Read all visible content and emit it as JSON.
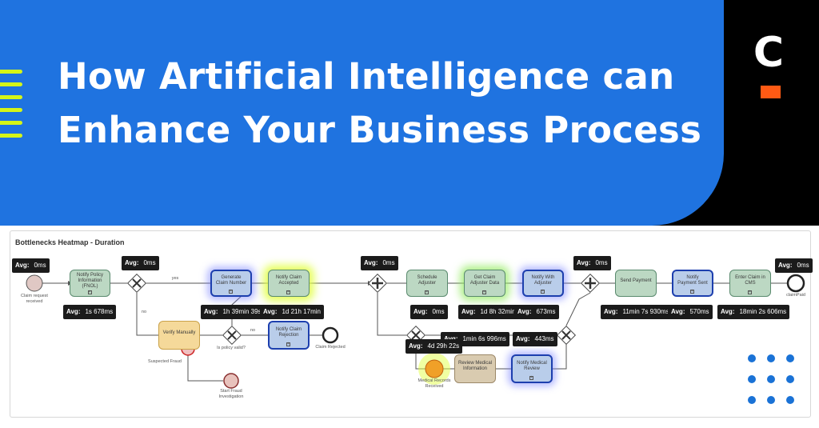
{
  "banner": {
    "title_line1": "How Artificial Intelligence can",
    "title_line2": "Enhance Your Business Process",
    "logo_letter": "C",
    "colors": {
      "blue": "#1f73e0",
      "stripe": "#d4f518",
      "logo_accent": "#ff5a14",
      "black": "#000000"
    }
  },
  "heatmap": {
    "title": "Bottlenecks Heatmap - Duration",
    "tasks": {
      "notify_policy": "Notify Policy Information (FNOL)",
      "generate_claim": "Generate Claim Number",
      "notify_claim_accepted": "Notify Claim Accepted",
      "verify_manually": "Verify Manually",
      "notify_claim_rejection": "Notify Claim Rejection",
      "schedule_adjuster": "Schedule Adjuster",
      "get_claim_adjuster": "Get Claim Adjuster Data",
      "notify_with_adjuster": "Notify With Adjuster",
      "send_payment": "Send Payment",
      "notify_payment_sent": "Notify Payment Sent",
      "enter_claim_cms": "Enter Claim in CMS",
      "review_medical": "Review Medical Information",
      "notify_medical_review": "Notify Medical Review"
    },
    "labels": {
      "claim_request_received": "Claim request received",
      "yes": "yes",
      "no1": "no",
      "no2": "no",
      "is_policy_valid": "Is policy valid?",
      "claim_rejected": "Claim Rejected",
      "suspected_fraud": "Suspected Fraud",
      "start_fraud_investigation": "Start Fraud Investigation",
      "medical_records_received": "Medical Records Received",
      "claim_paid": "claimPaid"
    },
    "avg_label": "Avg:",
    "badges": {
      "start": "0ms",
      "gateway1": "0ms",
      "notify_policy": "1s 678ms",
      "generate_claim": "1h 39min 39s",
      "notify_claim_accepted": "1d 21h 17min",
      "parallel1": "0ms",
      "parallel1_inner": "0ms",
      "get_claim_adjuster": "1d 8h 32min",
      "notify_with_adjuster": "673ms",
      "join_top": "0ms",
      "send_payment": "11min 7s 930ms",
      "notify_payment_sent": "570ms",
      "enter_claim_cms": "18min 2s 606ms",
      "end": "0ms",
      "review_medical": "1min 6s 996ms",
      "notify_medical_review": "443ms",
      "medical_records": "4d 29h 22s"
    },
    "colors": {
      "task_green": "#bcd8c3",
      "task_blue": "#b9cdea",
      "task_border_blue": "#1d3fae",
      "heat_yellow": "#e2ff46",
      "heat_orange": "#f0a028"
    }
  }
}
